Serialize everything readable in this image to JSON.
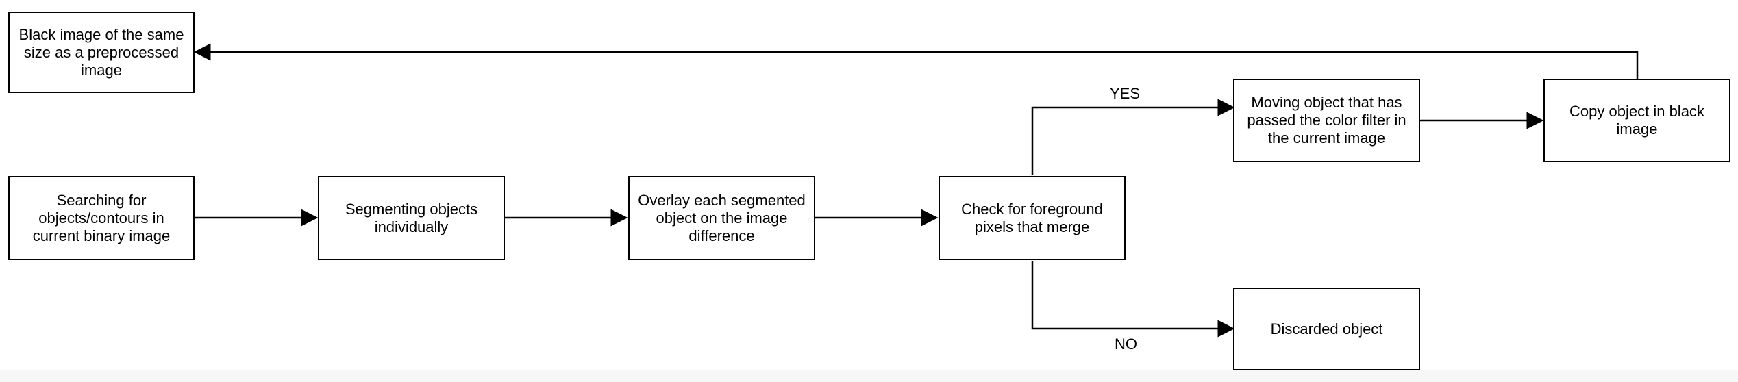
{
  "nodes": {
    "black_image": "Black image of the same size as a preprocessed image",
    "search": "Searching for objects/contours in current binary image",
    "segment": "Segmenting objects individually",
    "overlay": "Overlay each segmented object on the image difference",
    "check": "Check for foreground pixels that merge",
    "moving": "Moving object that has passed the color filter in the current image",
    "copy": "Copy object in black image",
    "discard": "Discarded object"
  },
  "edge_labels": {
    "yes": "YES",
    "no": "NO"
  },
  "colors": {
    "stroke": "#000000",
    "background": "#ffffff"
  }
}
